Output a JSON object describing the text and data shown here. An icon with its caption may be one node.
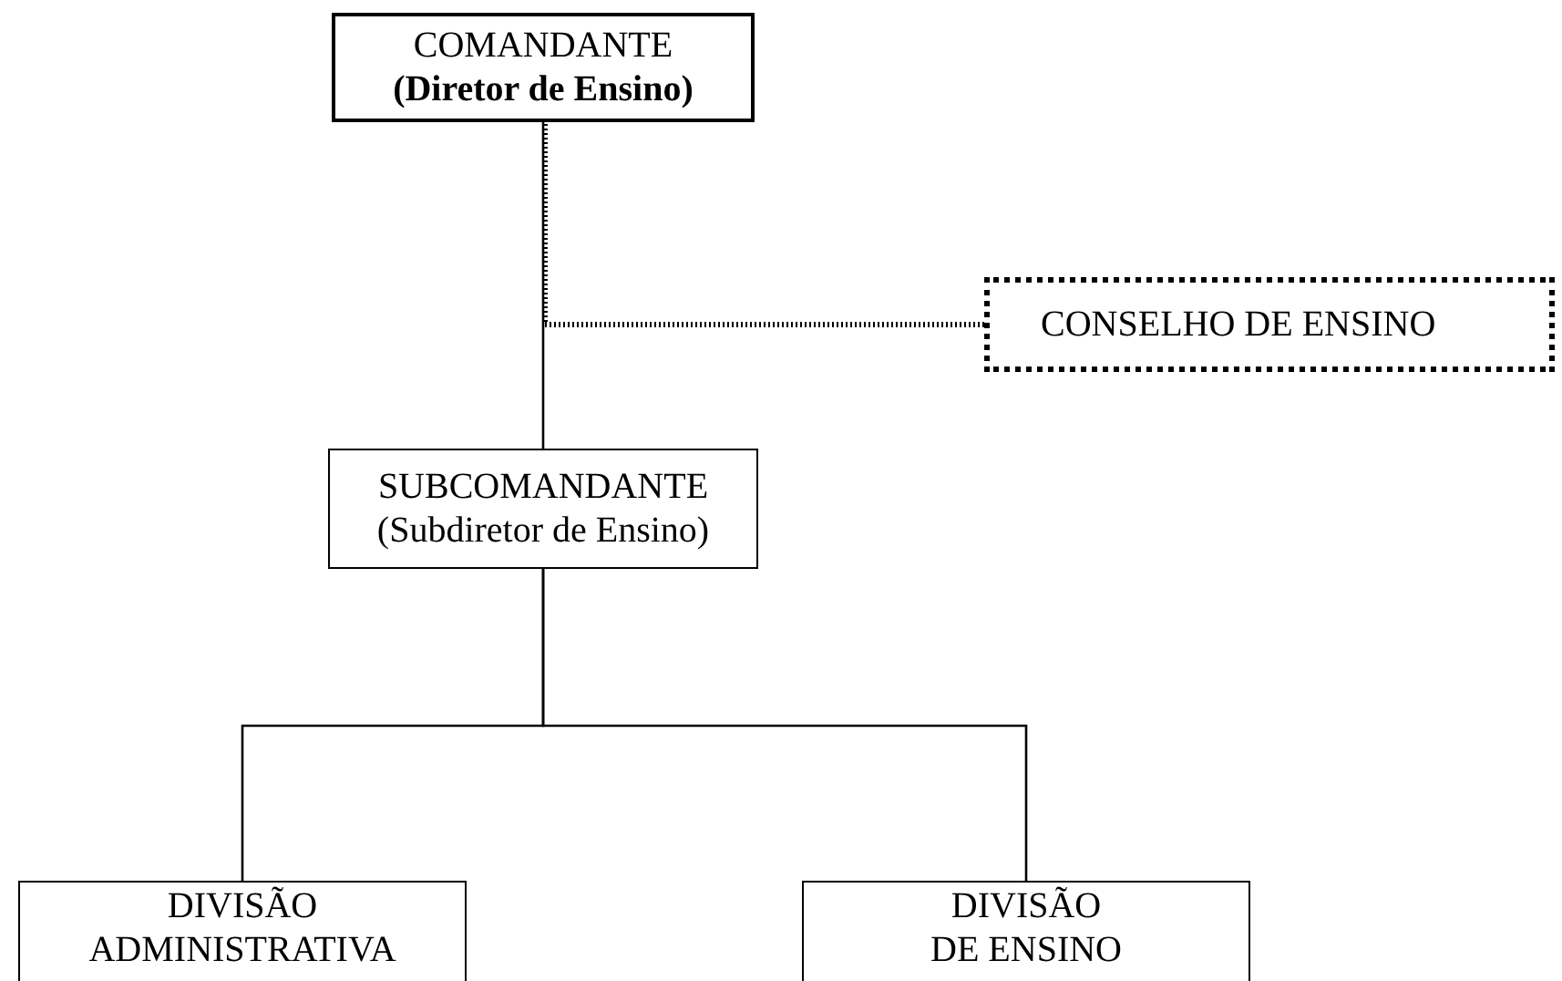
{
  "diagram": {
    "nodes": [
      {
        "text": [
          "COMANDANTE",
          "(Diretor de Ensino)"
        ]
      },
      {
        "text": [
          "CONSELHO DE ENSINO"
        ]
      },
      {
        "text": [
          "SUBCOMANDANTE",
          "(Subdiretor de Ensino)"
        ]
      },
      {
        "text": [
          "DIVISÃO ADMINISTRATIVA"
        ]
      },
      {
        "text": [
          "DIVISÃO DE ENSINO"
        ]
      }
    ],
    "edges": [
      {
        "from": 0,
        "to": 2,
        "arrow": "none"
      },
      {
        "from": 1,
        "to": 0,
        "arrow": "none",
        "style": "dashed"
      },
      {
        "from": 2,
        "to": 3,
        "arrow": "none"
      },
      {
        "from": 2,
        "to": 4,
        "arrow": "none"
      }
    ]
  }
}
